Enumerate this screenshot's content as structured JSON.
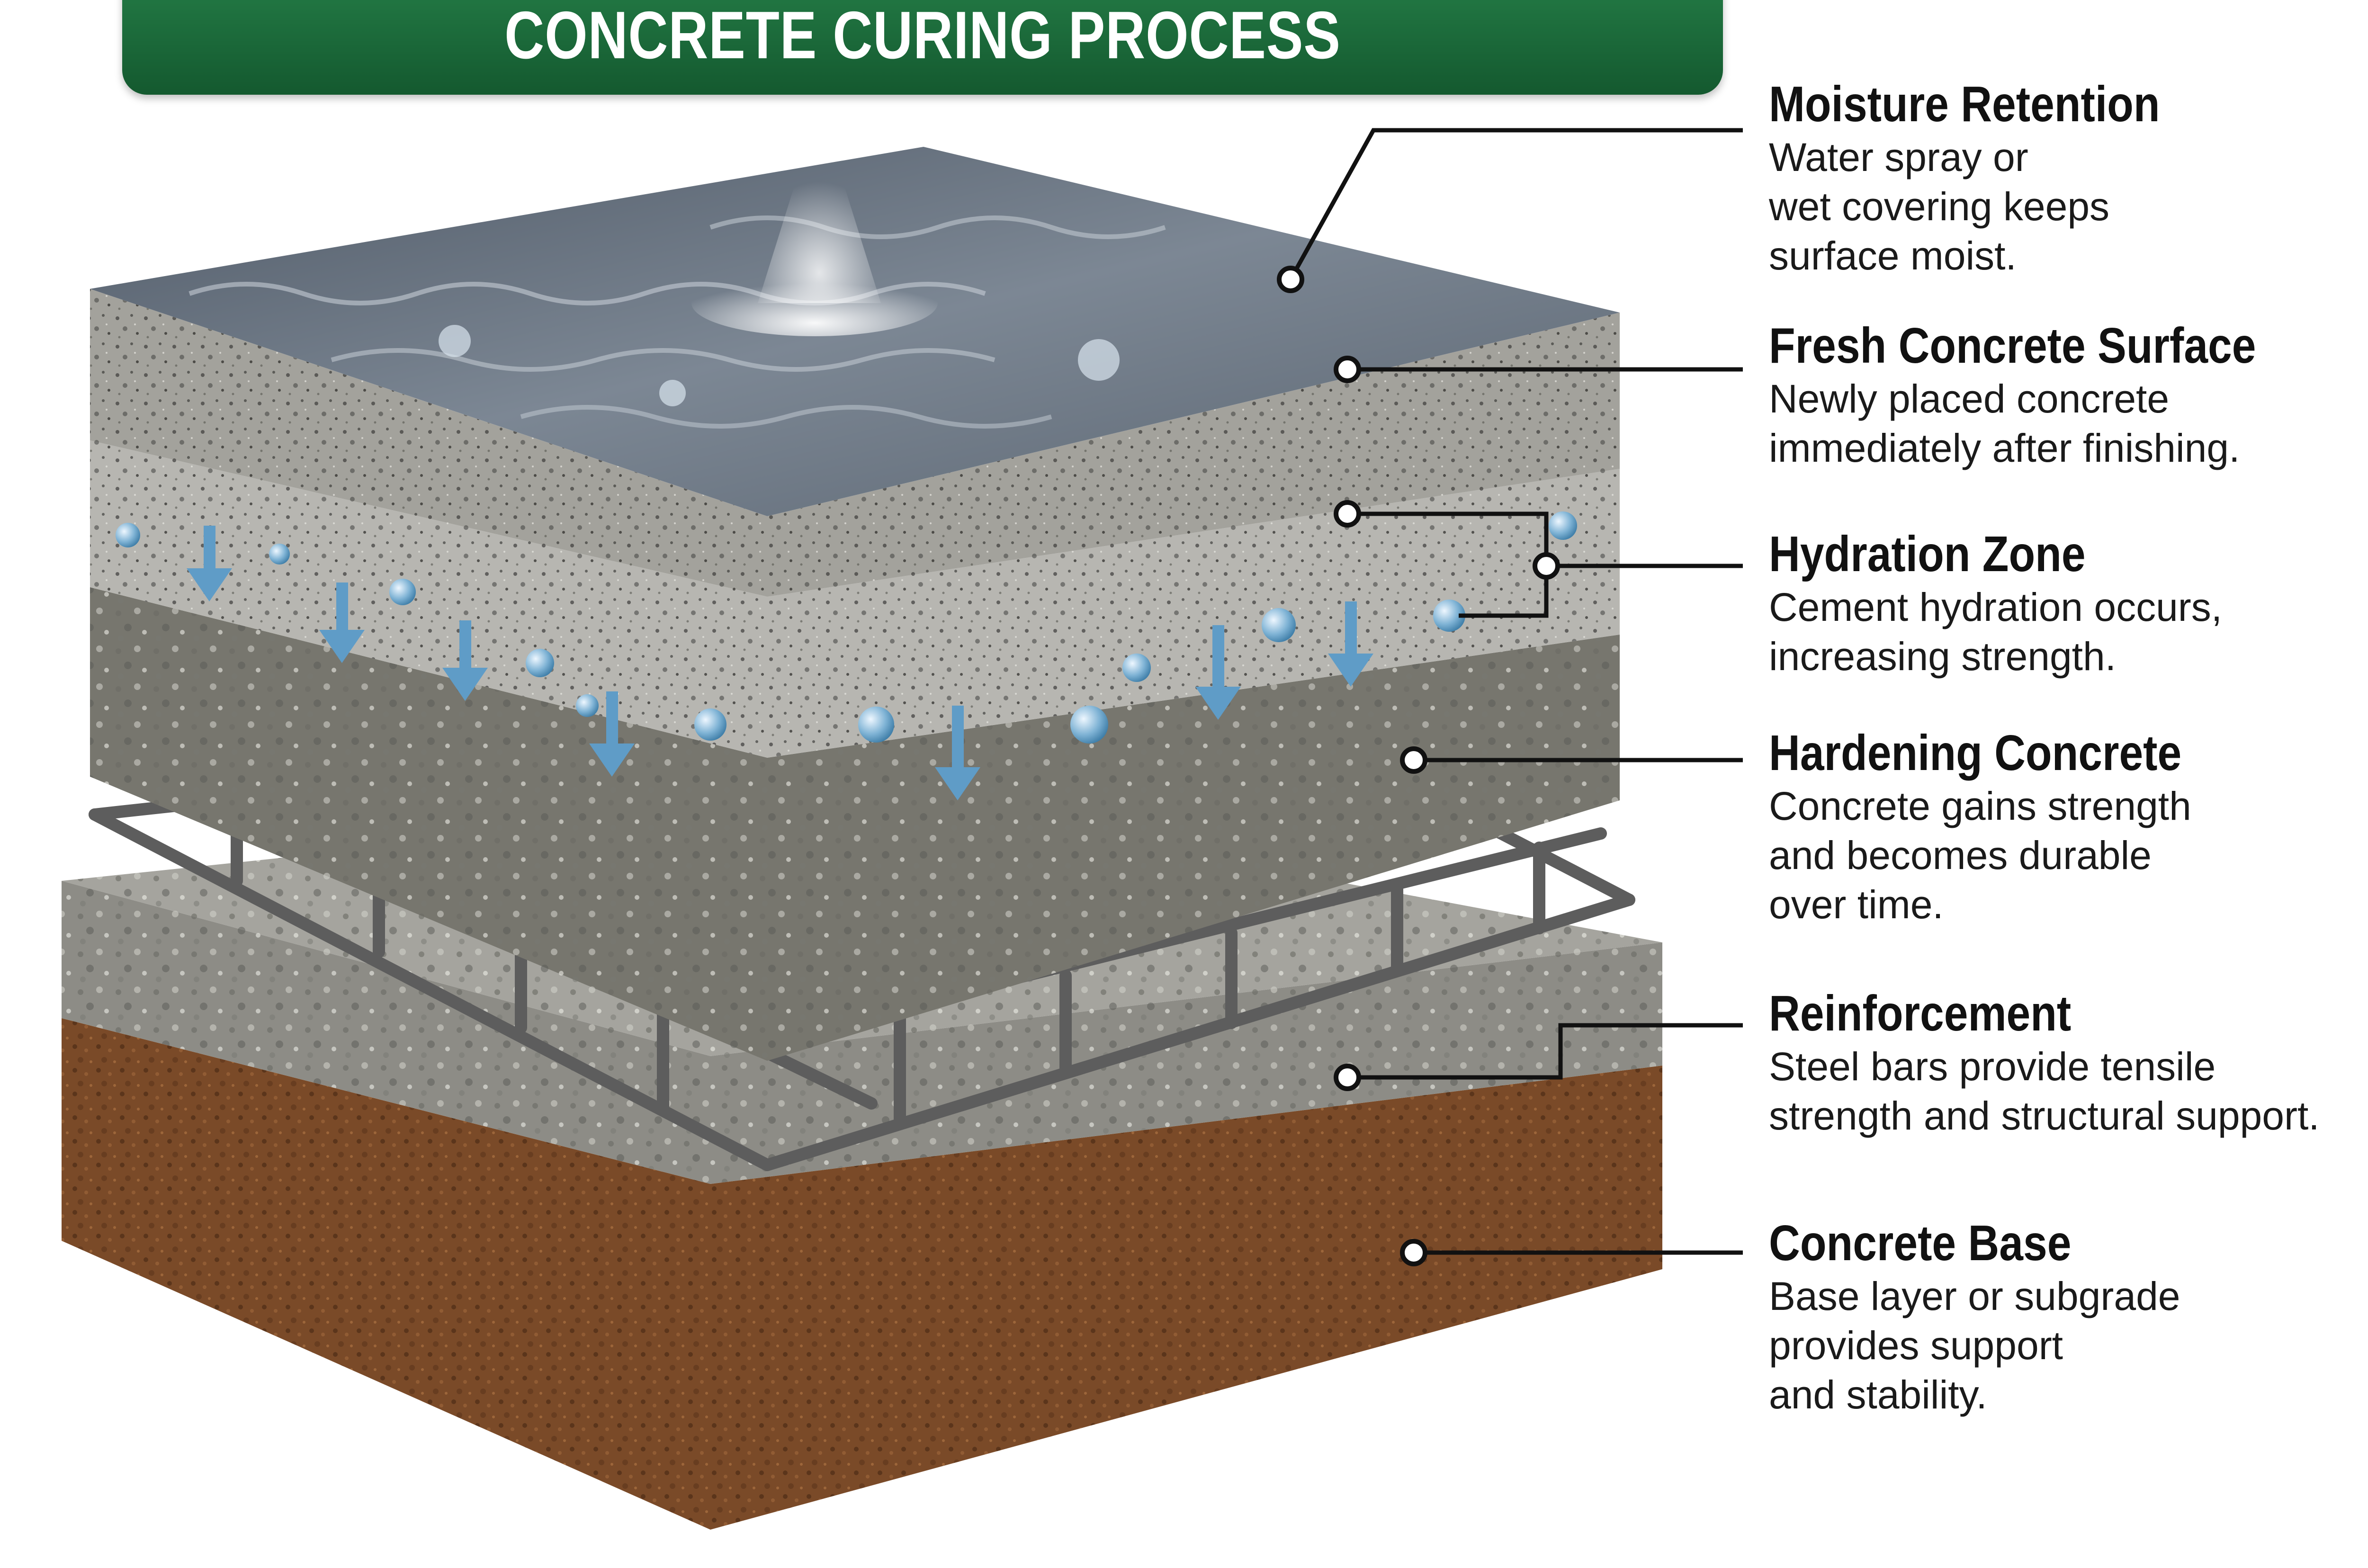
{
  "title": "CONCRETE CURING PROCESS",
  "labels": [
    {
      "title": "Moisture Retention",
      "desc": "Water spray or\nwet covering keeps\nsurface moist."
    },
    {
      "title": "Fresh Concrete Surface",
      "desc": "Newly placed concrete\nimmediately after finishing."
    },
    {
      "title": "Hydration Zone",
      "desc": "Cement hydration occurs,\nincreasing strength."
    },
    {
      "title": "Hardening Concrete",
      "desc": "Concrete gains strength\nand becomes durable\nover time."
    },
    {
      "title": "Reinforcement",
      "desc": "Steel bars provide tensile\nstrength and structural support."
    },
    {
      "title": "Concrete Base",
      "desc": "Base layer or subgrade\nprovides support\nand stability."
    }
  ],
  "colors": {
    "banner": "#1a6b3a",
    "water": "#6e7a88",
    "concrete": "#a7a6a1",
    "hardened": "#7b7a72",
    "soil": "#7a4a28",
    "droplet": "#7fb3d5"
  }
}
